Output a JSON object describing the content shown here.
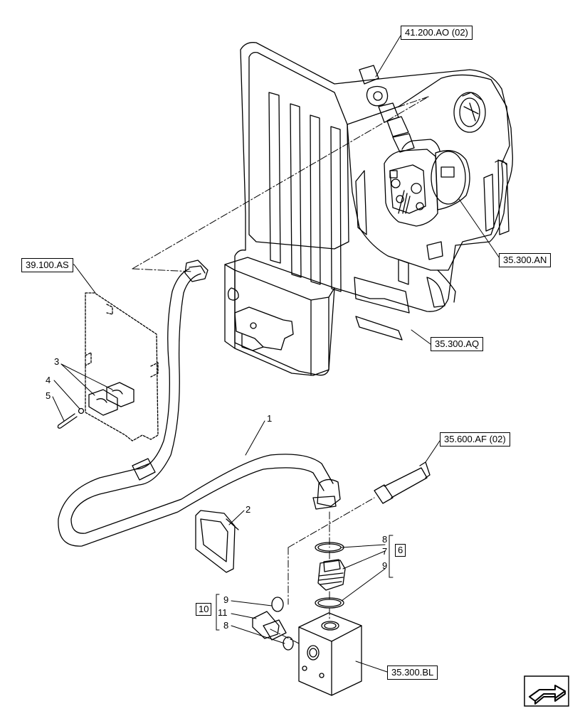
{
  "references": {
    "r41_200_ao": "41.200.AO (02)",
    "r35_300_an": "35.300.AN",
    "r39_100_as": "39.100.AS",
    "r35_300_aq": "35.300.AQ",
    "r35_600_af": "35.600.AF (02)",
    "r35_300_bl": "35.300.BL"
  },
  "callouts": {
    "n1": "1",
    "n2": "2",
    "n3": "3",
    "n4": "4",
    "n5": "5",
    "n7": "7",
    "n8a": "8",
    "n9a": "9",
    "n9b": "9",
    "n11": "11",
    "n8b": "8"
  },
  "kits": {
    "k6": "6",
    "k10": "10"
  },
  "icons": {
    "nav": "next-page-arrow-icon"
  }
}
